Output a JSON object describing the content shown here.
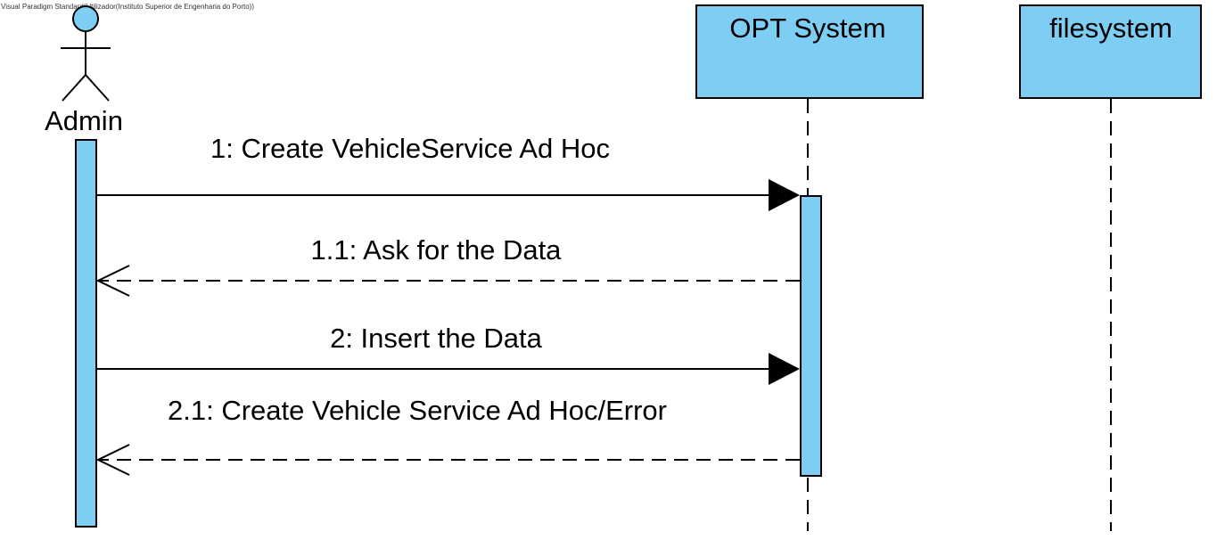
{
  "watermark": "Visual Paradigm Standard(Utilizador(Instituto Superior de Engenharia do Porto))",
  "colors": {
    "fill": "#7ecef4",
    "stroke": "#000000",
    "background": "#ffffff"
  },
  "actor": {
    "name": "Admin",
    "icon": "stick-figure-icon"
  },
  "lifelines": [
    {
      "name": "OPT System"
    },
    {
      "name": "filesystem"
    }
  ],
  "messages": [
    {
      "label": "1: Create VehicleService Ad Hoc",
      "kind": "synchronous",
      "from": "Admin",
      "to": "OPT System"
    },
    {
      "label": "1.1: Ask for the Data",
      "kind": "return",
      "from": "OPT System",
      "to": "Admin"
    },
    {
      "label": "2: Insert the Data",
      "kind": "synchronous",
      "from": "Admin",
      "to": "OPT System"
    },
    {
      "label": "2.1: Create Vehicle Service Ad Hoc/Error",
      "kind": "return",
      "from": "OPT System",
      "to": "Admin"
    }
  ]
}
